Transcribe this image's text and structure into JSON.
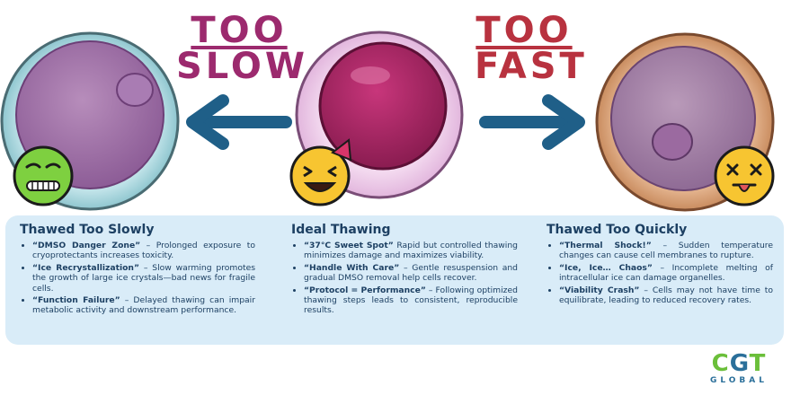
{
  "headings": {
    "slow": {
      "too": "TOO",
      "word": "SLOW"
    },
    "fast": {
      "too": "TOO",
      "word": "FAST"
    }
  },
  "columns": [
    {
      "title": "Thawed Too Slowly",
      "items": [
        {
          "term": "“DMSO Danger Zone”",
          "text": " – Prolonged exposure to cryoprotectants increases toxicity."
        },
        {
          "term": "“Ice Recrystallization”",
          "text": " – Slow warming promotes the growth of large ice crystals—bad news for fragile cells."
        },
        {
          "term": "“Function Failure”",
          "text": " – Delayed thawing can impair metabolic activity and downstream performance."
        }
      ]
    },
    {
      "title": "Ideal Thawing",
      "items": [
        {
          "term": "“37°C Sweet Spot”",
          "text": " Rapid but controlled thawing minimizes damage and maximizes viability."
        },
        {
          "term": "“Handle With Care”",
          "text": " – Gentle resuspension and gradual DMSO removal help cells recover."
        },
        {
          "term": "“Protocol = Performance”",
          "text": " – Following optimized thawing steps leads to consistent, reproducible results."
        }
      ]
    },
    {
      "title": "Thawed Too Quickly",
      "items": [
        {
          "term": "“Thermal Shock!”",
          "text": " – Sudden temperature changes can cause cell membranes to rupture."
        },
        {
          "term": "“Ice, Ice… Chaos”",
          "text": " – Incomplete melting of intracellular ice can damage organelles."
        },
        {
          "term": "“Viability Crash”",
          "text": " – Cells may not have time to equilibrate, leading to reduced recovery rates."
        }
      ]
    }
  ],
  "logo": {
    "main": "CGT",
    "sub": "GLOBAL"
  },
  "colors": {
    "slow_heading": "#9c2a6e",
    "fast_heading": "#b8323f",
    "panel_bg": "#d9ecf8",
    "text_dark_blue": "#1d4063",
    "arrow_blue": "#1f5f88",
    "logo_green": "#6bbf3a",
    "logo_blue": "#2a6f9a"
  },
  "icons": [
    "nauseated-face-icon",
    "party-face-icon",
    "dizzy-face-icon",
    "left-arrow-icon",
    "right-arrow-icon"
  ]
}
